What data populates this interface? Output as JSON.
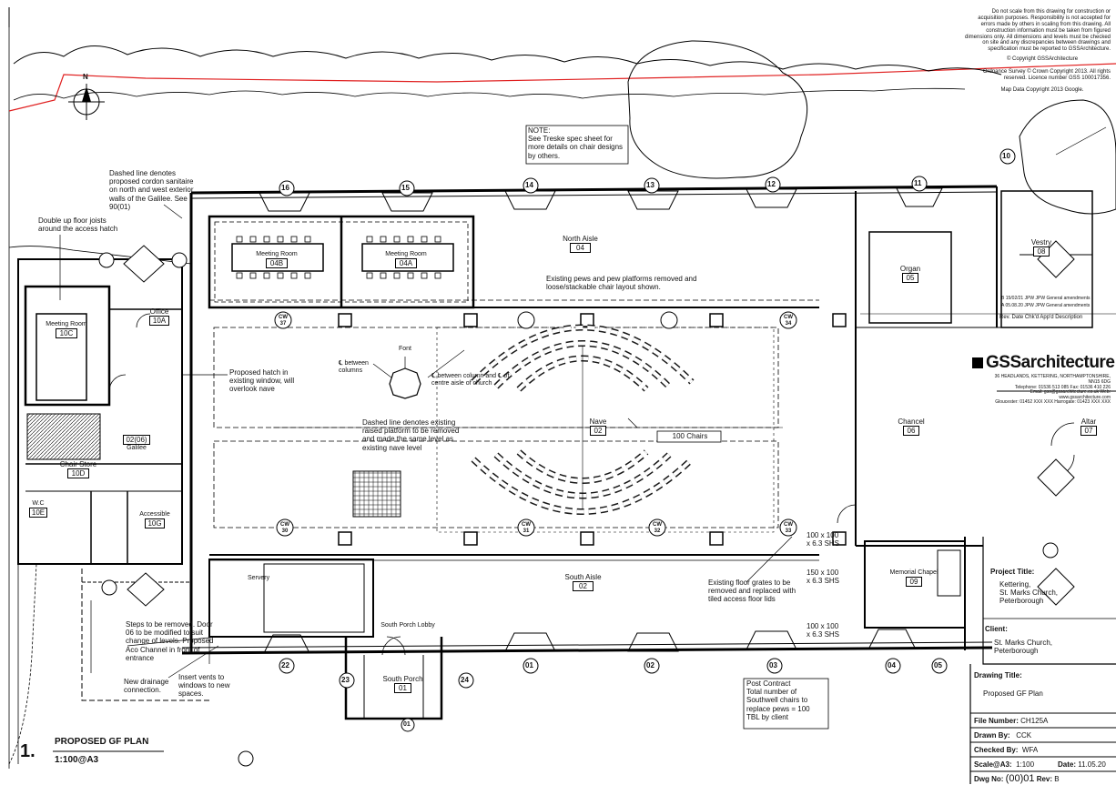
{
  "disclaimer": "Do not scale from this drawing for construction or acquisition purposes. Responsibility is not accepted for errors made by others in scaling from this drawing. All construction information must be taken from figured dimensions only. All dimensions and levels must be checked on site and any discrepancies between drawings and specification must be reported to GSSArchitecture.",
  "copyright": "© Copyright GSSArchitecture",
  "ordnance": "Ordnance Survey © Crown Copyright 2013. All rights reserved. Licence number GSS 100017356.",
  "map_data": "Map Data Copyright 2013 Google.",
  "north": "N",
  "notes": {
    "treske": "NOTE:\nSee Treske spec sheet for more details on chair designs by others.",
    "cordon": "Dashed line denotes proposed cordon sanitaire on north and west exterior walls of the Galilee. See 90(01)",
    "floor_joists": "Double up floor joists around the access hatch",
    "pews_removed": "Existing pews and pew platforms removed and loose/stackable chair layout shown.",
    "hatch": "Proposed hatch in existing window, will overlook nave",
    "between_cols": "℄ between columns",
    "between_col_centre": "℄ between column and ℄ of centre aisle of church",
    "raised_platform": "Dashed line denotes existing raised platform to be removed and made the same level as existing nave level",
    "chairs": "100 Chairs",
    "floor_grates": "Existing floor grates to be removed and replaced with tiled access floor lids",
    "steps": "Steps to be removed. Door 06 to be modified to suit change of levels. Proposed Aco Channel in front of entrance",
    "drainage": "New drainage connection.",
    "vents": "Insert vents to windows to new spaces.",
    "post_contract": "Post Contract\nTotal number of Southwell chairs to replace pews = 100\nTBL by client",
    "shs1": "100 x 100\nx 6.3 SHS",
    "shs2": "150 x 100\nx 6.3 SHS",
    "shs3": "100 x 100\nx 6.3 SHS"
  },
  "rooms": {
    "meeting_b": {
      "name": "Meeting Room",
      "num": "04B"
    },
    "meeting_a": {
      "name": "Meeting Room",
      "num": "04A"
    },
    "north_aisle": {
      "name": "North Aisle",
      "num": "04"
    },
    "organ": {
      "name": "Organ",
      "num": "05"
    },
    "vestry": {
      "name": "Vestry",
      "num": "08"
    },
    "meeting_c": {
      "name": "Meeting Room",
      "num": "10C"
    },
    "office": {
      "name": "Office",
      "num": "10A"
    },
    "font": {
      "name": "Font"
    },
    "nave": {
      "name": "Nave",
      "num": "02"
    },
    "chancel": {
      "name": "Chancel",
      "num": "06"
    },
    "altar": {
      "name": "Altar",
      "num": "07"
    },
    "galilee": {
      "name": "Galilee",
      "num": "02(06)"
    },
    "chair_store": {
      "name": "Chair Store",
      "num": "10D"
    },
    "wc": {
      "name": "W.C",
      "num": "10E"
    },
    "accessible": {
      "name": "Accessible",
      "num": "10G"
    },
    "servery": {
      "name": "Servery"
    },
    "south_aisle": {
      "name": "South Aisle",
      "num": "02"
    },
    "south_porch_lobby": {
      "name": "South Porch Lobby"
    },
    "south_porch": {
      "name": "South Porch",
      "num": "01"
    },
    "memorial": {
      "name": "Memorial Chapel",
      "num": "09"
    }
  },
  "window_tags_north": [
    "16",
    "15",
    "14",
    "13",
    "12",
    "11",
    "10"
  ],
  "window_tags_south": [
    "22",
    "23",
    "01",
    "24",
    "01",
    "02",
    "03",
    "04",
    "05"
  ],
  "column_tags": [
    "CW 37",
    "CW 34",
    "CW 30",
    "CW 31",
    "CW 32",
    "CW 33"
  ],
  "revisions": {
    "b": "B 15/02/21 JPW JPW General amendments",
    "a": "A 05.08.20 JPW JPW General amendments",
    "header": "Rev. Date Chk'd App'd Description"
  },
  "brand": {
    "name": "GSSarchitecture",
    "address": "36 HEADLANDS, KETTERING, NORTHAMPTONSHIRE, NN15 6DG\nTelephone: 01536 513 085  Fax: 01536 410 226\nEmail: gss@gssarchitecture.co.uk  Web: www.gssarchitecture.com",
    "addr2": "Gloucester: 01452 XXX XXX  Harrogate: 01423 XXX XXX"
  },
  "title_block": {
    "project_label": "Project Title:",
    "project": "Kettering,\nSt. Marks Church,\nPeterborough",
    "client_label": "Client:",
    "client": "St. Marks Church,\nPeterborough",
    "drawing_label": "Drawing Title:",
    "drawing": "Proposed GF Plan",
    "file_label": "File Number:",
    "file": "CH125A",
    "drawn_label": "Drawn By:",
    "drawn": "CCK",
    "checked_label": "Checked By:",
    "checked": "WFA",
    "scale_label": "Scale@A3:",
    "scale": "1:100",
    "date_label": "Date:",
    "date": "11.05.20",
    "dwg_label": "Dwg No:",
    "dwg": "(00)01",
    "rev_label": "Rev:",
    "rev": "B"
  },
  "plan_title": {
    "num": "1.",
    "name": "PROPOSED GF PLAN",
    "scale": "1:100@A3"
  }
}
